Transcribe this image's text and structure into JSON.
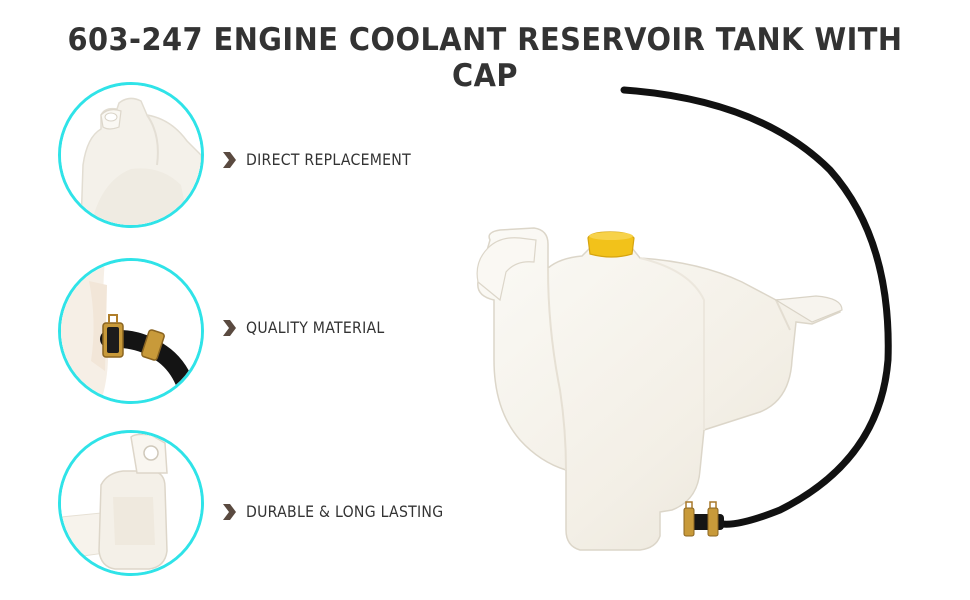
{
  "title": "603-247 ENGINE COOLANT RESERVOIR TANK WITH CAP",
  "features": [
    {
      "label": "DIRECT REPLACEMENT",
      "icon": "chevron-right-icon"
    },
    {
      "label": "QUALITY MATERIAL",
      "icon": "chevron-right-icon"
    },
    {
      "label": "DURABLE & LONG LASTING",
      "icon": "chevron-right-icon"
    }
  ],
  "colors": {
    "circle_border": "#2fe3e8",
    "chevron": "#5a4a40",
    "text": "#333333",
    "cap": "#f2c21a",
    "hose": "#111111"
  }
}
